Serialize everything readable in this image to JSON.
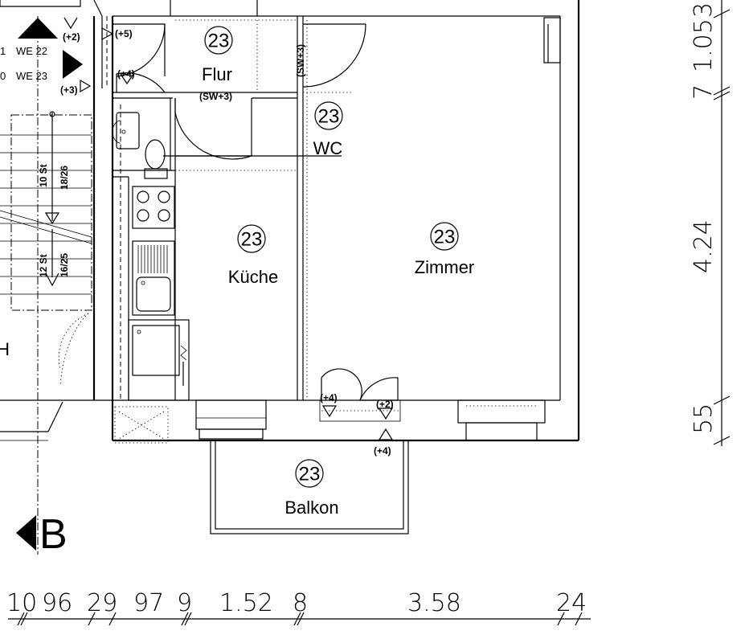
{
  "rooms": [
    {
      "number": "23",
      "name": "Flur"
    },
    {
      "number": "23",
      "name": "WC"
    },
    {
      "number": "23",
      "name": "Küche"
    },
    {
      "number": "23",
      "name": "Zimmer"
    },
    {
      "number": "23",
      "name": "Balkon"
    }
  ],
  "labels": {
    "flur_sub": "(SW+3)",
    "door_sw3": "(SW+3)",
    "lvl_p5": "(+5)",
    "lvl_p4a": "(+4)",
    "lvl_p3": "(+3)",
    "lvl_p2a": "(+2)",
    "lvl_p4b": "(+4)",
    "lvl_p2b": "(+2)",
    "lvl_p4c": "(+4)",
    "we22": "WE 22",
    "we23": "WE 23",
    "we_left1": "1",
    "we_left2": "0",
    "stair1": "10 St",
    "stair2": "18/26",
    "stair3": "12 St",
    "stair4": "16/25",
    "h_letter": "H",
    "section": "B"
  },
  "dims_bottom": [
    "10",
    "96",
    "29",
    "97",
    "9",
    "1.52",
    "8",
    "3.58",
    "24"
  ],
  "dims_right": [
    "3",
    "1.05",
    "7",
    "4.24",
    "55"
  ]
}
